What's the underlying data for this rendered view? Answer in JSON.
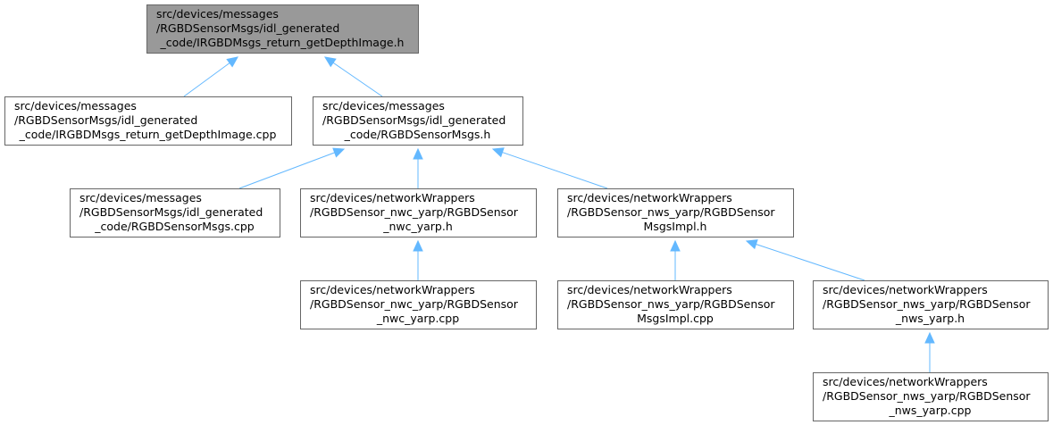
{
  "graph": {
    "accent_color": "#63b8ff",
    "root_fill": "#999999",
    "node_fill": "#ffffff",
    "node_border": "#666666",
    "nodes": [
      {
        "id": "n0",
        "lines": [
          "src/devices/messages",
          "/RGBDSensorMsgs/idl_generated",
          "_code/IRGBDMsgs_return_getDepthImage.h"
        ]
      },
      {
        "id": "n1",
        "lines": [
          "src/devices/messages",
          "/RGBDSensorMsgs/idl_generated",
          "_code/IRGBDMsgs_return_getDepthImage.cpp"
        ]
      },
      {
        "id": "n2",
        "lines": [
          "src/devices/messages",
          "/RGBDSensorMsgs/idl_generated",
          "_code/RGBDSensorMsgs.h"
        ]
      },
      {
        "id": "n3",
        "lines": [
          "src/devices/messages",
          "/RGBDSensorMsgs/idl_generated",
          "_code/RGBDSensorMsgs.cpp"
        ]
      },
      {
        "id": "n4",
        "lines": [
          "src/devices/networkWrappers",
          "/RGBDSensor_nwc_yarp/RGBDSensor",
          "_nwc_yarp.h"
        ]
      },
      {
        "id": "n5",
        "lines": [
          "src/devices/networkWrappers",
          "/RGBDSensor_nws_yarp/RGBDSensor",
          "MsgsImpl.h"
        ]
      },
      {
        "id": "n6",
        "lines": [
          "src/devices/networkWrappers",
          "/RGBDSensor_nwc_yarp/RGBDSensor",
          "_nwc_yarp.cpp"
        ]
      },
      {
        "id": "n7",
        "lines": [
          "src/devices/networkWrappers",
          "/RGBDSensor_nws_yarp/RGBDSensor",
          "MsgsImpl.cpp"
        ]
      },
      {
        "id": "n8",
        "lines": [
          "src/devices/networkWrappers",
          "/RGBDSensor_nws_yarp/RGBDSensor",
          "_nws_yarp.h"
        ]
      },
      {
        "id": "n9",
        "lines": [
          "src/devices/networkWrappers",
          "/RGBDSensor_nws_yarp/RGBDSensor",
          "_nws_yarp.cpp"
        ]
      }
    ],
    "edges": [
      {
        "from": "n1",
        "to": "n0"
      },
      {
        "from": "n2",
        "to": "n0"
      },
      {
        "from": "n3",
        "to": "n2"
      },
      {
        "from": "n4",
        "to": "n2"
      },
      {
        "from": "n5",
        "to": "n2"
      },
      {
        "from": "n6",
        "to": "n4"
      },
      {
        "from": "n7",
        "to": "n5"
      },
      {
        "from": "n8",
        "to": "n5"
      },
      {
        "from": "n9",
        "to": "n8"
      }
    ]
  }
}
